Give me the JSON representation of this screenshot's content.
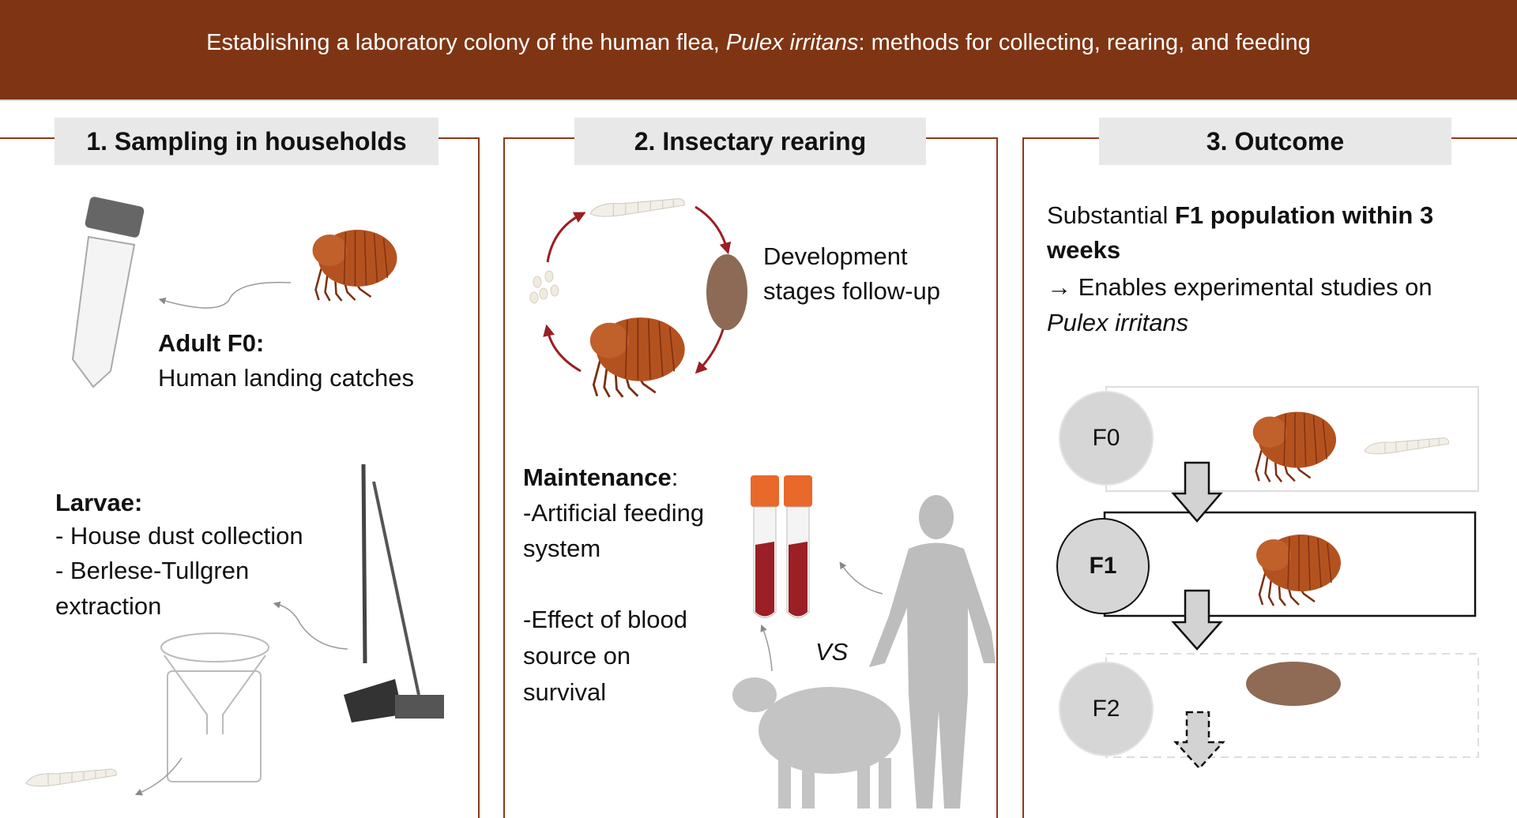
{
  "header": {
    "title_pre": "Establishing a laboratory colony of the human flea, ",
    "title_italic": "Pulex irritans",
    "title_post": ": methods for collecting, rearing, and feeding"
  },
  "panels": [
    {
      "title": "1. Sampling in households",
      "adult_heading": "Adult F0:",
      "adult_text": "Human landing catches",
      "larvae_heading": "Larvae:",
      "larvae_lines": [
        "-  House dust collection",
        "- Berlese-Tullgren",
        "extraction"
      ]
    },
    {
      "title": "2. Insectary rearing",
      "development_lines": [
        "Development",
        "stages follow-up"
      ],
      "maintenance_heading": "Maintenance",
      "maintenance_colon": ":",
      "maintenance_lines": [
        "-Artificial feeding",
        "system",
        "-Effect of blood",
        "source on",
        "survival"
      ],
      "vs_label": "VS"
    },
    {
      "title": "3. Outcome",
      "summary_pre": "Substantial ",
      "summary_bold": "F1 population within 3",
      "summary_bold2": "weeks",
      "enables": "→ Enables experimental studies on",
      "species_italic": "Pulex irritans",
      "generations": [
        "F0",
        "F1",
        "F2"
      ]
    }
  ],
  "colors": {
    "header": "#7f3514",
    "panel_border": "#8b3a1a",
    "title_box": "#e8e8e8",
    "flea": "#a8461c",
    "blood": "#9b1f24",
    "cap": "#e8692a"
  }
}
